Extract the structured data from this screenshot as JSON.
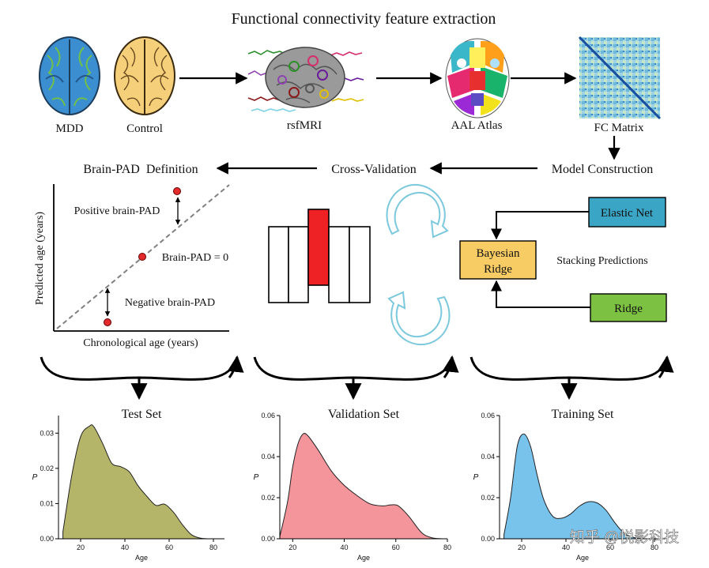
{
  "title": "Functional connectivity feature extraction",
  "top_row": {
    "mdd_label": "MDD",
    "control_label": "Control",
    "rsfmri_label": "rsfMRI",
    "atlas_label": "AAL Atlas",
    "fc_label": "FC Matrix"
  },
  "flow": {
    "definition_label": "Brain-PAD  Definition",
    "cv_label": "Cross-Validation",
    "model_label": "Model Construction"
  },
  "pad_plot": {
    "ylabel": "Predicted age (years)",
    "xlabel": "Chronological age (years)",
    "positive_label": "Positive brain-PAD",
    "zero_label": "Brain-PAD = 0",
    "negative_label": "Negative brain-PAD"
  },
  "stacking": {
    "elastic_net": "Elastic Net",
    "bayesian_line1": "Bayesian",
    "bayesian_line2": "Ridge",
    "ridge": "Ridge",
    "stacking_label": "Stacking Predictions"
  },
  "colors": {
    "test_fill": "#b5b56a",
    "validation_fill": "#f4959c",
    "training_fill": "#78c3ec",
    "elastic_fill": "#3aa5c4",
    "bayes_fill": "#f8cc64",
    "ridge_fill": "#7dc142",
    "highlight_fold": "#ee2224",
    "cycle_arrow": "#7cc8dc"
  },
  "watermark": "知乎 @悦影科技",
  "chart_data": [
    {
      "type": "area",
      "title": "Test Set",
      "xlabel": "Age",
      "ylabel": "P",
      "xlim": [
        10,
        85
      ],
      "ylim": [
        0,
        0.035
      ],
      "xticks": [
        "20",
        "40",
        "60",
        "80"
      ],
      "yticks": [
        "0.00",
        "0.01",
        "0.02",
        "0.03"
      ],
      "x": [
        12,
        16,
        20,
        24,
        26,
        30,
        34,
        38,
        42,
        46,
        50,
        54,
        58,
        62,
        66,
        70,
        74,
        78
      ],
      "y": [
        0.002,
        0.018,
        0.029,
        0.032,
        0.0318,
        0.027,
        0.0215,
        0.0205,
        0.019,
        0.015,
        0.012,
        0.0095,
        0.0098,
        0.0075,
        0.004,
        0.0012,
        0.0002,
        0.0
      ]
    },
    {
      "type": "area",
      "title": "Validation Set",
      "xlabel": "Age",
      "ylabel": "P",
      "xlim": [
        15,
        80
      ],
      "ylim": [
        0,
        0.06
      ],
      "xticks": [
        "20",
        "40",
        "60",
        "80"
      ],
      "yticks": [
        "0.00",
        "0.02",
        "0.04",
        "0.06"
      ],
      "x": [
        15,
        18,
        20,
        22,
        24,
        26,
        30,
        35,
        40,
        45,
        50,
        55,
        58,
        61,
        65,
        70,
        74,
        78
      ],
      "y": [
        0.001,
        0.018,
        0.035,
        0.046,
        0.051,
        0.05,
        0.043,
        0.033,
        0.026,
        0.021,
        0.017,
        0.016,
        0.0165,
        0.016,
        0.011,
        0.003,
        0.0005,
        0.0
      ]
    },
    {
      "type": "area",
      "title": "Training Set",
      "xlabel": "Age",
      "ylabel": "P",
      "xlim": [
        10,
        85
      ],
      "ylim": [
        0,
        0.06
      ],
      "xticks": [
        "20",
        "40",
        "60",
        "80"
      ],
      "yticks": [
        "0.00",
        "0.02",
        "0.04",
        "0.06"
      ],
      "x": [
        12,
        15,
        18,
        21,
        24,
        27,
        30,
        34,
        38,
        42,
        46,
        50,
        54,
        58,
        62,
        66,
        70,
        74,
        78
      ],
      "y": [
        0.002,
        0.02,
        0.045,
        0.051,
        0.045,
        0.031,
        0.019,
        0.011,
        0.01,
        0.012,
        0.0158,
        0.018,
        0.0175,
        0.014,
        0.008,
        0.003,
        0.0008,
        0.0001,
        0.0
      ]
    }
  ]
}
